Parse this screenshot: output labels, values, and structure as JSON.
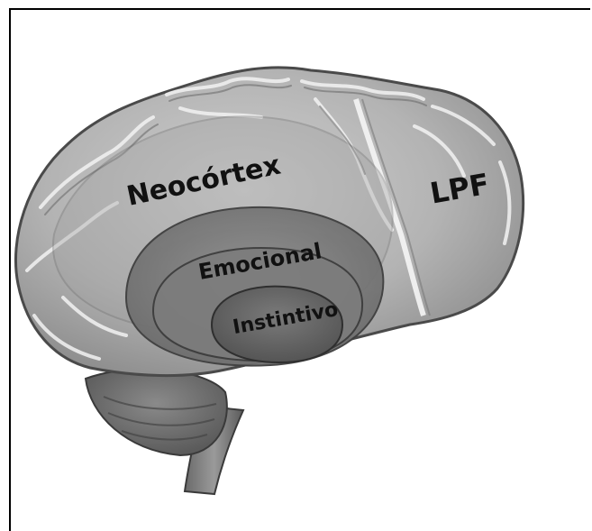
{
  "labels": {
    "neocortex": "Neocórtex",
    "lpf": "LPF",
    "emocional": "Emocional",
    "instintivo": "Instintivo"
  },
  "colors": {
    "background": "#ffffff",
    "frame": "#000000",
    "text": "#111111"
  }
}
